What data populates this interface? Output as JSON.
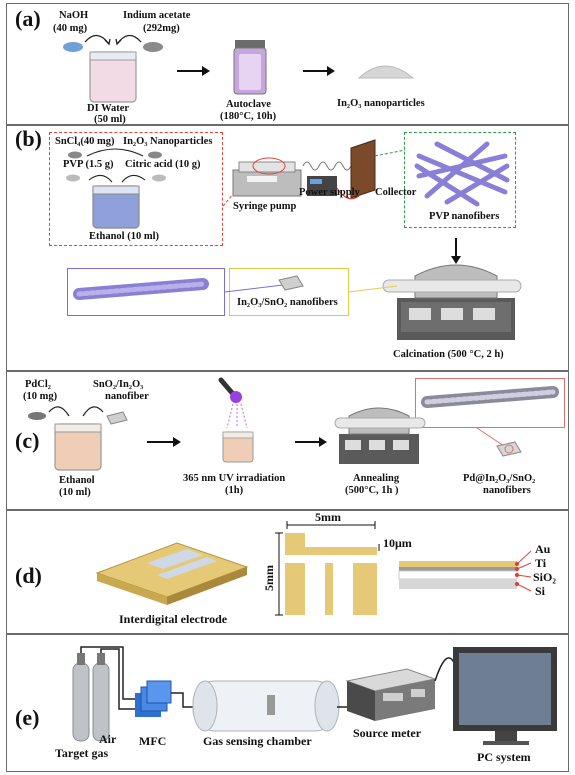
{
  "panel_a": {
    "label": "(a)",
    "naoh": "NaOH",
    "naoh_mass": "(40 mg)",
    "indium_acetate": "Indium acetate",
    "indium_mass": "(292mg)",
    "di_water": "DI Water",
    "di_water_vol": "(50 ml)",
    "autoclave": "Autoclave",
    "autoclave_cond": "(180°C, 10h)",
    "product": "In₂O₃ nanoparticles"
  },
  "panel_b": {
    "label": "(b)",
    "sncl": "SnCl₄(40 mg)",
    "in2o3_np": "In₂O₃ Nanoparticles",
    "pvp": "PVP (1.5 g)",
    "citric": "Citric acid (10 g)",
    "ethanol": "Ethanol (10 ml)",
    "syringe": "Syringe pump",
    "power": "Power supply",
    "collector": "Collector",
    "pvp_nf": "PVP nanofibers",
    "in_sn_nf": "In₂O₃/SnO₂ nanofibers",
    "calcination": "Calcination (500 °C, 2 h)"
  },
  "panel_c": {
    "label": "(c)",
    "pdcl": "PdCl₂",
    "pdcl_mass": "(10 mg)",
    "sno_in": "SnO₂/In₂O₃",
    "nanofiber": "nanofiber",
    "ethanol": "Ethanol",
    "ethanol_vol": "(10 ml)",
    "uv": "365 nm UV irradiation",
    "uv_time": "(1h)",
    "annealing": "Annealing",
    "annealing_cond": "(500°C, 1h )",
    "product": "Pd@In₂O₃/SnO₂",
    "product2": "nanofibers"
  },
  "panel_d": {
    "label": "(d)",
    "width_dim": "5mm",
    "height_dim": "5mm",
    "gap_dim": "10μm",
    "electrode": "Interdigital electrode",
    "layers": [
      "Au",
      "Ti",
      "SiO₂",
      "Si"
    ]
  },
  "panel_e": {
    "label": "(e)",
    "air": "Air",
    "target_gas": "Target gas",
    "mfc": "MFC",
    "chamber": "Gas sensing chamber",
    "source_meter": "Source meter",
    "pc": "PC system"
  },
  "colors": {
    "gold": "#e6c977",
    "purple_fiber": "#8a7fd6",
    "red_dash": "#e0433a",
    "green_dash": "#2f9a4a",
    "mfc_blue": "#2f6fd0"
  }
}
